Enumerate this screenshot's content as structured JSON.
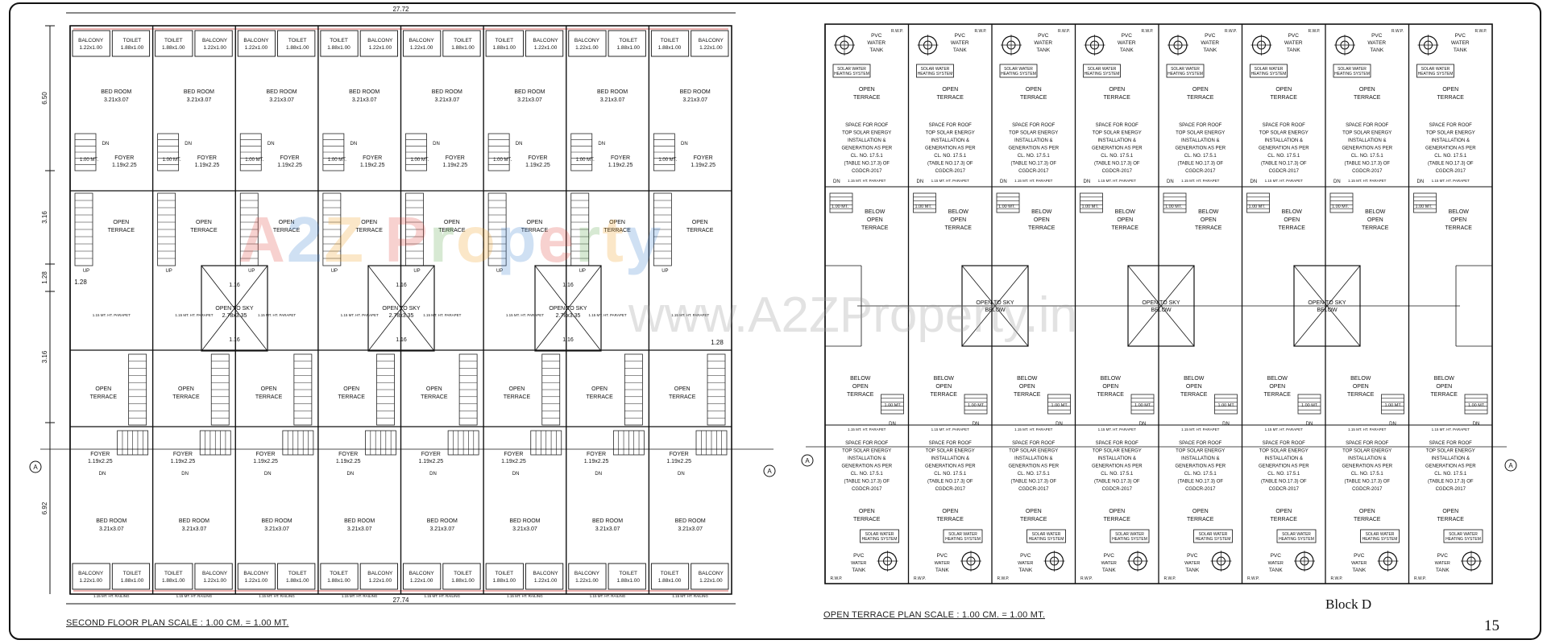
{
  "sheet": {
    "page_number": "15",
    "block_label": "Block D",
    "watermark": "A2Z Property",
    "watermark_url": "www.A2ZProperty.in"
  },
  "second_floor": {
    "caption": "SECOND FLOOR PLAN  SCALE : 1.00 CM. = 1.00 MT.",
    "overall_top": "27.72",
    "overall_bottom": "27.74",
    "dims_left": [
      "6.50",
      "3.16",
      "1.28",
      "3.16",
      "6.92"
    ],
    "dim_right": "1.28",
    "section_marker": "A",
    "units": 8,
    "rooms": {
      "balcony": "BALCONY",
      "balcony_size": "1.22x1.00",
      "toilet": "TOILET",
      "toilet_size": "1.88x1.00",
      "bedroom": "BED ROOM",
      "bedroom_size": "3.21x3.07",
      "foyer": "FOYER",
      "foyer_size": "1.19x2.25",
      "open": "OPEN",
      "terrace": "TERRACE",
      "up": "UP",
      "dn": "DN",
      "mt": "1.00 MT.",
      "sky1": "OPEN TO SKY",
      "sky2": "2.78x3.35",
      "sky_dim": "1.16",
      "parapet": "1.15 MT. HT. PARAPET",
      "railing": "1.15 MT. HT. RAILING"
    }
  },
  "open_terrace": {
    "caption": "OPEN TERRACE PLAN  SCALE : 1.00 CM. = 1.00 MT.",
    "section_marker": "A",
    "units": 8,
    "labels": {
      "pvc": "PVC",
      "water": "WATER",
      "tank": "TANK",
      "solar1": "SOLAR WATER",
      "solar2": "HEATING SYSTEM",
      "open": "OPEN",
      "terrace": "TERRACE",
      "below": "BELOW",
      "space": [
        "SPACE FOR ROOF",
        "TOP SOLAR ENERGY",
        "INSTALLATION &",
        "GENERATION AS PER",
        "CL. NO. 17.5.1",
        "(TABLE NO.17.3) OF",
        "CGDCR-2017"
      ],
      "sky1": "OPEN TO SKY",
      "sky2": "BELOW",
      "dn": "DN",
      "mt": "1.00 MT.",
      "parapet": "1.15 MT. HT. PARAPET",
      "rwp": "R.W.P."
    }
  }
}
